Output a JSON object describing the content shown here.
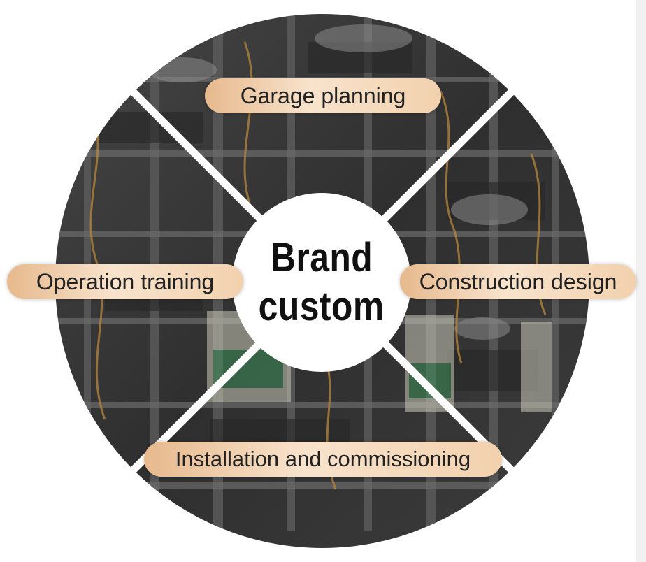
{
  "diagram": {
    "center": {
      "line1": "Brand",
      "line2": "custom"
    },
    "segments": {
      "top": "Garage planning",
      "left": "Operation training",
      "right": "Construction design",
      "bottom": "Installation and commissioning"
    }
  },
  "colors": {
    "wheel_background": "#3a3a3a",
    "divider": "#ffffff",
    "pill_gradient": [
      "#e7b98d",
      "#f8e3cc",
      "#f2d1ad"
    ],
    "pill_text": "#222222",
    "center_text": "#111111"
  }
}
